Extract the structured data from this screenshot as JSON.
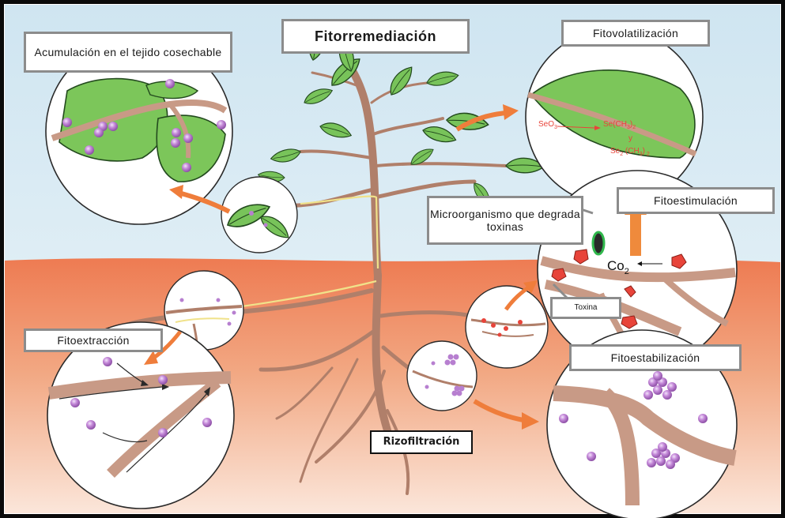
{
  "labels": {
    "title": "Fitorremediación",
    "accumulation": "Acumulación en el tejido cosechable",
    "volatilization": "Fitovolatilización",
    "microorganism": "Microorganismo que degrada toxinas",
    "stimulation": "Fitoestimulación",
    "extraction": "Fitoextracción",
    "stabilization": "Fitoestabilización",
    "rhizofiltration": "Rizofiltración",
    "toxin": "Toxina"
  },
  "chem": {
    "line1_left": "SeO",
    "line1_left_sub": "3",
    "line1_right": "Se(CH",
    "line1_right_sub": "3",
    "line1_right_end": ")",
    "line1_right_sub2": "2",
    "connector": "y",
    "line2": "Se",
    "line2_sub": "2",
    "line2_mid": " (CH",
    "line2_sub2": "3",
    "line2_end": ")",
    "line2_sub3": " 2"
  },
  "co2": {
    "text": "Co",
    "sub": "2"
  },
  "colors": {
    "sky_top": "#d3e7f2",
    "soil": "#ee8863",
    "leaf": "#7cc65a",
    "stem": "#b07f6a",
    "particle": "#b77fd0",
    "arrow": "#ef7d3b",
    "toxin": "#e8443a"
  }
}
